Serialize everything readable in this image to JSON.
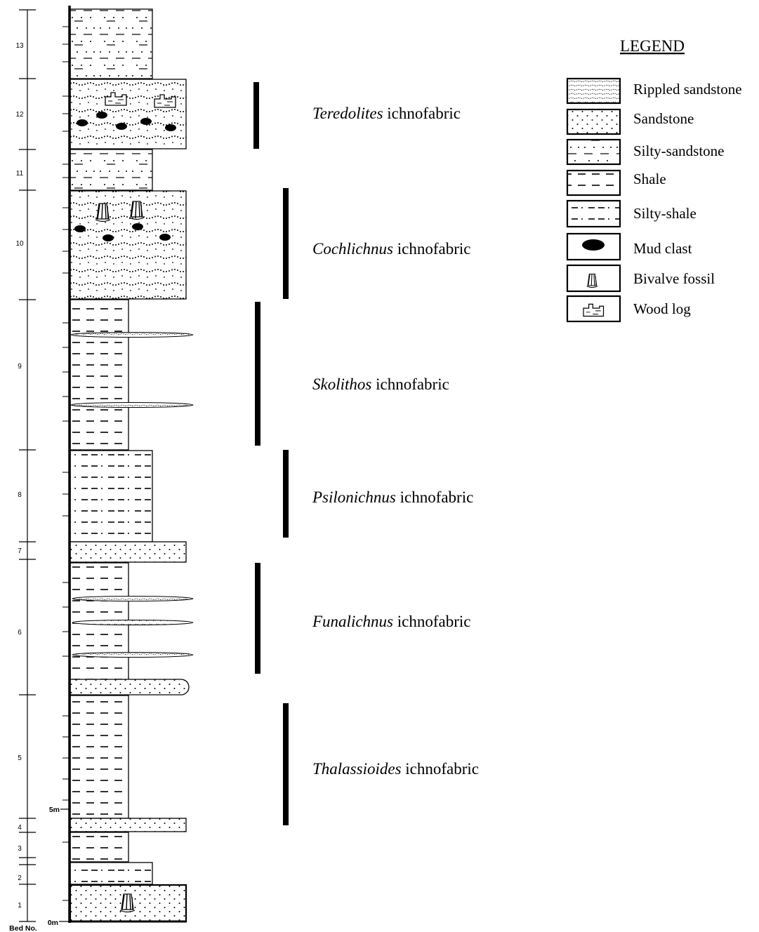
{
  "scale": {
    "label_5m": "5m",
    "label_0m": "0m",
    "bed_no_label": "Bed No."
  },
  "beds": [
    {
      "no": "1",
      "lithology": "Sandstone",
      "feature": "Bivalve fossil"
    },
    {
      "no": "2",
      "lithology": "Silty-shale"
    },
    {
      "no": "3",
      "lithology": "Shale"
    },
    {
      "no": "4",
      "lithology": "Sandstone"
    },
    {
      "no": "5",
      "lithology": "Shale"
    },
    {
      "no": "6",
      "lithology": "Shale",
      "feature": "Sandstone lenses"
    },
    {
      "no": "7",
      "lithology": "Sandstone"
    },
    {
      "no": "8",
      "lithology": "Silty-shale"
    },
    {
      "no": "9",
      "lithology": "Shale",
      "feature": "Sandstone lenses"
    },
    {
      "no": "10",
      "lithology": "Rippled sandstone",
      "feature": "Mud clast, Bivalve fossil"
    },
    {
      "no": "11",
      "lithology": "Silty-sandstone"
    },
    {
      "no": "12",
      "lithology": "Rippled sandstone",
      "feature": "Mud clast, Wood log"
    },
    {
      "no": "13",
      "lithology": "Silty-sandstone"
    }
  ],
  "ichnofabrics": [
    {
      "genus": "Teredolites",
      "suffix": " ichnofabric"
    },
    {
      "genus": "Cochlichnus",
      "suffix": " ichnofabric"
    },
    {
      "genus": "Skolithos",
      "suffix": " ichnofabric"
    },
    {
      "genus": "Psilonichnus",
      "suffix": " ichnofabric"
    },
    {
      "genus": "Funalichnus",
      "suffix": " ichnofabric"
    },
    {
      "genus": "Thalassioides",
      "suffix": " ichnofabric"
    }
  ],
  "legend": {
    "title": "LEGEND",
    "items": [
      {
        "label": "Rippled sandstone",
        "pattern": "rippled"
      },
      {
        "label": "Sandstone",
        "pattern": "sandstone"
      },
      {
        "label": "Silty-sandstone",
        "pattern": "silty-sandstone"
      },
      {
        "label": "Shale",
        "pattern": "shale"
      },
      {
        "label": "Silty-shale",
        "pattern": "silty-shale"
      },
      {
        "label": "Mud clast",
        "pattern": "mud-clast-icon"
      },
      {
        "label": "Bivalve fossil",
        "pattern": "bivalve-icon"
      },
      {
        "label": "Wood log",
        "pattern": "wood-log-icon"
      }
    ]
  }
}
